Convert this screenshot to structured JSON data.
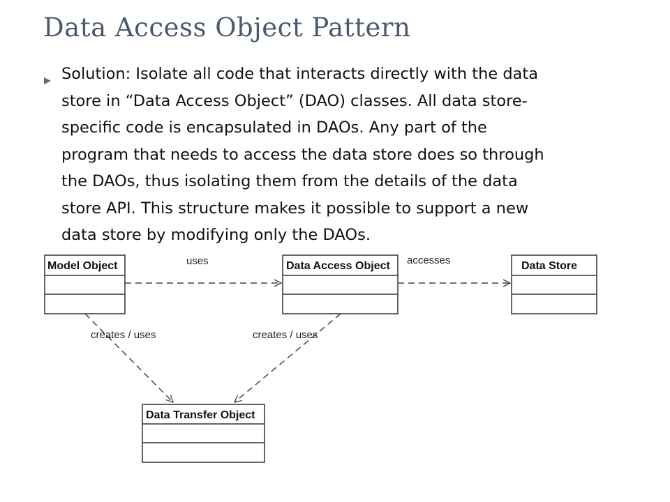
{
  "slide": {
    "title": "Data Access Object Pattern",
    "bullet_lines": [
      "Solution:  Isolate all code that interacts directly with the data",
      "store in “Data Access Object” (DAO) classes.  All data store-",
      "specific code is encapsulated in DAOs.  Any part of the",
      "program that needs to access the data store does so through",
      "the DAOs, thus isolating them from the details of the data",
      "store API.  This structure makes it possible to support a new",
      "data store by modifying only the DAOs."
    ],
    "bullet_icon": "triangle-bullet-icon"
  },
  "diagram": {
    "classes": {
      "model_object": "Model Object",
      "data_access_object": "Data Access Object",
      "data_store": "Data Store",
      "data_transfer_object": "Data Transfer Object"
    },
    "relations": {
      "model_to_dao": "uses",
      "dao_to_store": "accesses",
      "model_to_dto": "creates / uses",
      "dao_to_dto": "creates / uses"
    }
  }
}
